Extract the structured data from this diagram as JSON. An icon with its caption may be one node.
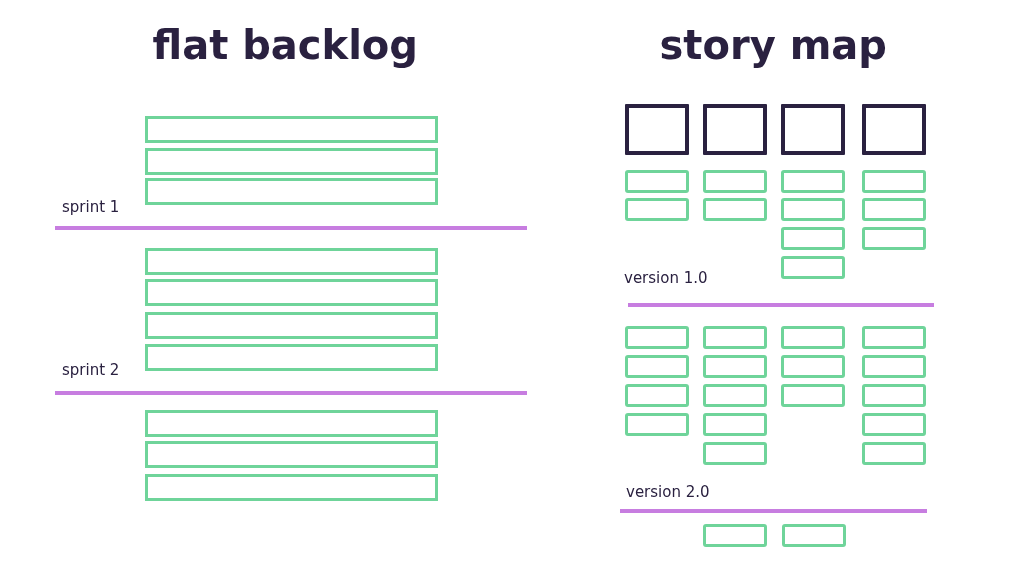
{
  "diagram": {
    "nodes": [
      {
        "text": [],
        "shape": "bar"
      },
      {
        "text": [],
        "shape": "bar"
      },
      {
        "text": [],
        "shape": "bar"
      },
      {
        "text": [],
        "shape": "bar"
      },
      {
        "text": [],
        "shape": "bar"
      },
      {
        "text": [],
        "shape": "bar"
      },
      {
        "text": [],
        "shape": "bar"
      },
      {
        "text": [],
        "shape": "bar"
      },
      {
        "text": [],
        "shape": "bar"
      },
      {
        "text": [],
        "shape": "bar"
      },
      {
        "text": [],
        "shape": "box"
      },
      {
        "text": [],
        "shape": "box"
      },
      {
        "text": [],
        "shape": "box"
      },
      {
        "text": [],
        "shape": "box"
      },
      {
        "text": [],
        "shape": "box"
      },
      {
        "text": [],
        "shape": "box"
      },
      {
        "text": [],
        "shape": "box"
      },
      {
        "text": [],
        "shape": "box"
      },
      {
        "text": [],
        "shape": "box"
      },
      {
        "text": [],
        "shape": "box"
      },
      {
        "text": [],
        "shape": "box"
      },
      {
        "text": [],
        "shape": "box"
      },
      {
        "text": [],
        "shape": "box"
      },
      {
        "text": [],
        "shape": "box"
      },
      {
        "text": [],
        "shape": "box"
      },
      {
        "text": [],
        "shape": "box"
      },
      {
        "text": [],
        "shape": "box"
      },
      {
        "text": [],
        "shape": "box"
      },
      {
        "text": [],
        "shape": "box"
      },
      {
        "text": [],
        "shape": "box"
      },
      {
        "text": [],
        "shape": "box"
      },
      {
        "text": [],
        "shape": "box"
      },
      {
        "text": [],
        "shape": "box"
      },
      {
        "text": [],
        "shape": "box"
      },
      {
        "text": [],
        "shape": "box"
      },
      {
        "text": [],
        "shape": "box"
      },
      {
        "text": [],
        "shape": "box"
      },
      {
        "text": [],
        "shape": "box"
      },
      {
        "text": [],
        "shape": "box"
      },
      {
        "text": [],
        "shape": "box"
      },
      {
        "text": [],
        "shape": "box"
      },
      {
        "text": [],
        "shape": "box"
      },
      {
        "text": [],
        "shape": "box"
      },
      {
        "text": [],
        "shape": "box"
      }
    ],
    "labels": [
      "flat backlog",
      "story map",
      "sprint 1",
      "sprint 2",
      "version 1.0",
      "version 2.0"
    ]
  }
}
